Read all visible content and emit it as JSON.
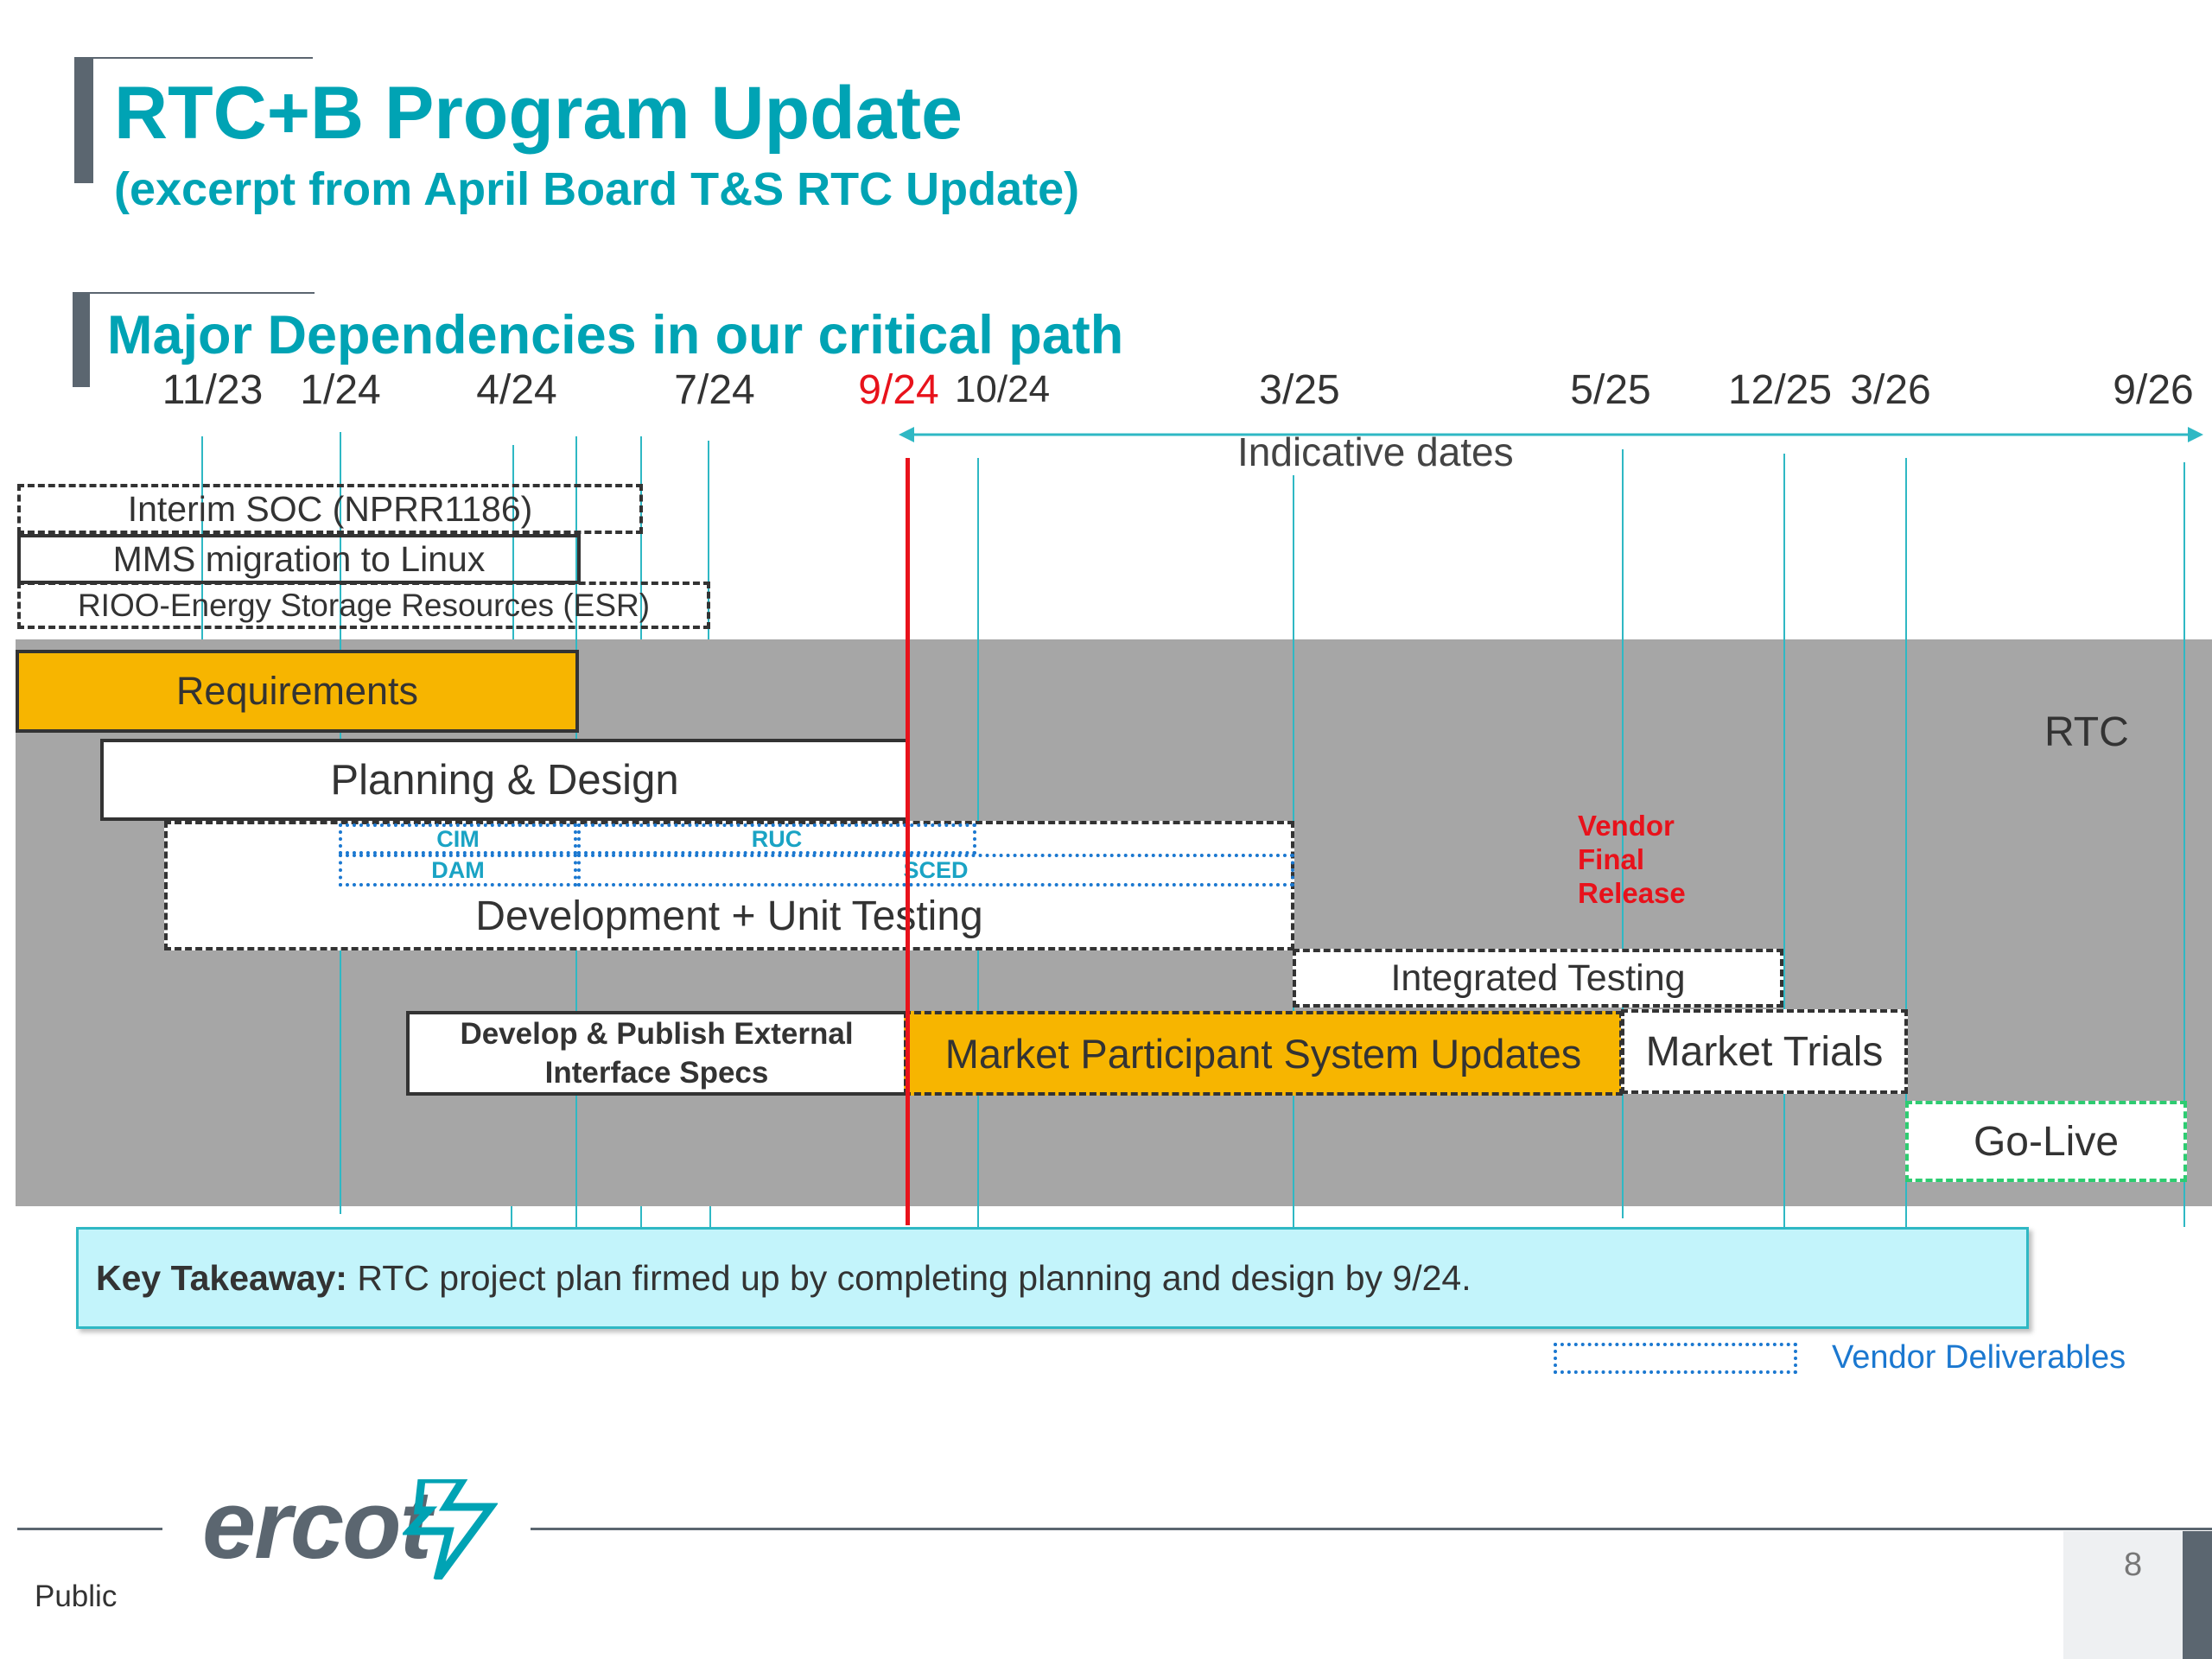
{
  "header": {
    "title": "RTC+B Program Update",
    "subtitle": "(excerpt from April Board T&S RTC Update)"
  },
  "section": {
    "title": "Major Dependencies in our critical path"
  },
  "timeline": {
    "ticks": [
      "11/23",
      "1/24",
      "4/24",
      "7/24",
      "9/24",
      "10/24",
      "3/25",
      "5/25",
      "12/25",
      "3/26",
      "9/26"
    ],
    "current_marker": "9/24",
    "indicative_label": "Indicative dates",
    "region_label": "RTC",
    "vendor_release": [
      "Vendor",
      "Final",
      "Release"
    ]
  },
  "dependencies": {
    "interim_soc": "Interim SOC (NPRR1186)",
    "mms_migration": "MMS migration to Linux",
    "rioo_esr": "RIOO-Energy Storage Resources (ESR)"
  },
  "phases": {
    "requirements": "Requirements",
    "planning_design": "Planning & Design",
    "development": "Development + Unit Testing",
    "integrated_testing": "Integrated Testing",
    "external_specs": [
      "Develop & Publish External",
      "Interface Specs"
    ],
    "mp_updates": "Market Participant System Updates",
    "market_trials": "Market Trials",
    "go_live": "Go-Live"
  },
  "vendor_items": {
    "cim": "CIM",
    "ruc": "RUC",
    "dam": "DAM",
    "sced": "SCED"
  },
  "takeaway": {
    "label": "Key Takeaway:",
    "text": "RTC project plan firmed up by completing planning and design by 9/24."
  },
  "legend": {
    "vendor_deliverables": "Vendor Deliverables"
  },
  "footer": {
    "logo_text": "ercot",
    "classification": "Public",
    "page_number": "8"
  },
  "colors": {
    "accent": "#00a3b4",
    "highlight": "#f7b500",
    "marker_red": "#e8121b",
    "band_gray": "#a6a6a6",
    "takeaway_bg": "#c3f4fb",
    "vendor_blue": "#1b78d0"
  }
}
